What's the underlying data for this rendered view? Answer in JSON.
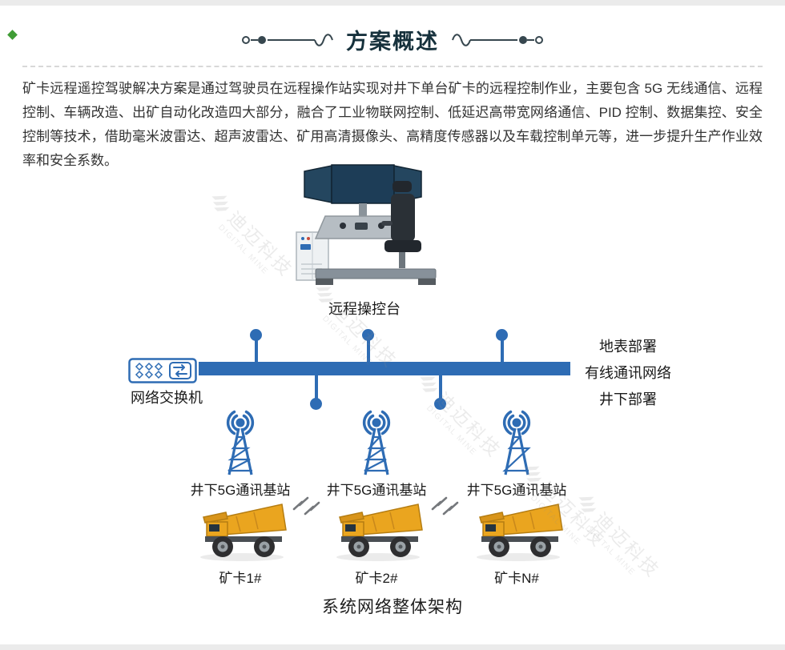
{
  "page": {
    "title": "方案概述",
    "description": "矿卡远程遥控驾驶解决方案是通过驾驶员在远程操作站实现对井下单台矿卡的远程控制作业，主要包含 5G 无线通信、远程控制、车辆改造、出矿自动化改造四大部分，融合了工业物联网控制、低延迟高带宽网络通信、PID 控制、数据集控、安全控制等技术，借助毫米波雷达、超声波雷达、矿用高清摄像头、高精度传感器以及车载控制单元等，进一步提升生产作业效率和安全系数。",
    "caption": "系统网络整体架构"
  },
  "diagram": {
    "console_label": "远程操控台",
    "switch_label": "网络交换机",
    "deploy_labels": {
      "surface": "地表部署",
      "wired": "有线通讯网络",
      "underground": "井下部署"
    },
    "base_stations": [
      {
        "label": "井下5G通讯基站"
      },
      {
        "label": "井下5G通讯基站"
      },
      {
        "label": "井下5G通讯基站"
      }
    ],
    "trucks": [
      {
        "label": "矿卡1#"
      },
      {
        "label": "矿卡2#"
      },
      {
        "label": "矿卡N#"
      }
    ]
  },
  "watermark": {
    "cn": "迪迈科技",
    "en": "DIGITAL MINE"
  },
  "colors": {
    "accent_blue": "#2E6CB4",
    "truck_yellow": "#EAA51F",
    "title_color": "#16313C"
  }
}
